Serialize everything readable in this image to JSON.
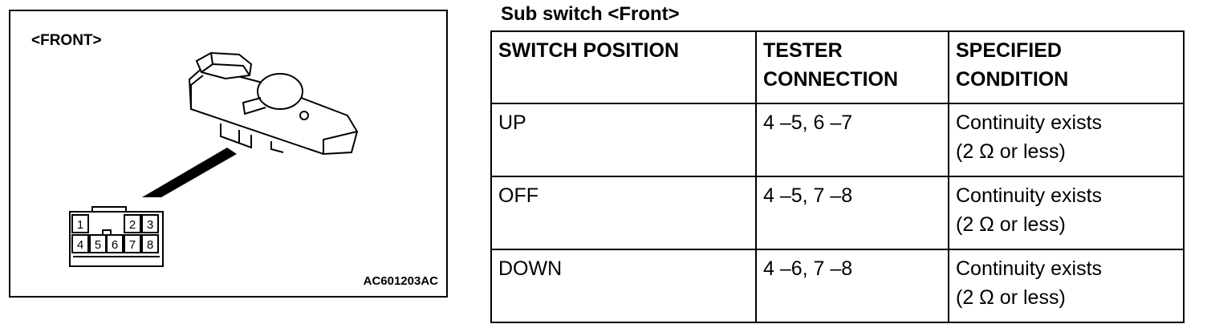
{
  "figure": {
    "label": "<FRONT>",
    "id": "AC601203AC",
    "connector_pins_top": [
      "1",
      "2",
      "3"
    ],
    "connector_pins_bottom": [
      "4",
      "5",
      "6",
      "7",
      "8"
    ]
  },
  "table": {
    "title": "Sub switch <Front>",
    "headers": [
      [
        "SWITCH POSITION"
      ],
      [
        "TESTER",
        "CONNECTION"
      ],
      [
        "SPECIFIED",
        "CONDITION"
      ]
    ],
    "rows": [
      {
        "position": "UP",
        "connection": "4 –5, 6 –7",
        "condition_1": "Continuity exists",
        "condition_2": "(2 Ω or less)"
      },
      {
        "position": "OFF",
        "connection": "4 –5, 7 –8",
        "condition_1": "Continuity exists",
        "condition_2": "(2 Ω or less)"
      },
      {
        "position": "DOWN",
        "connection": "4 –6, 7 –8",
        "condition_1": "Continuity exists",
        "condition_2": "(2 Ω or less)"
      }
    ]
  }
}
